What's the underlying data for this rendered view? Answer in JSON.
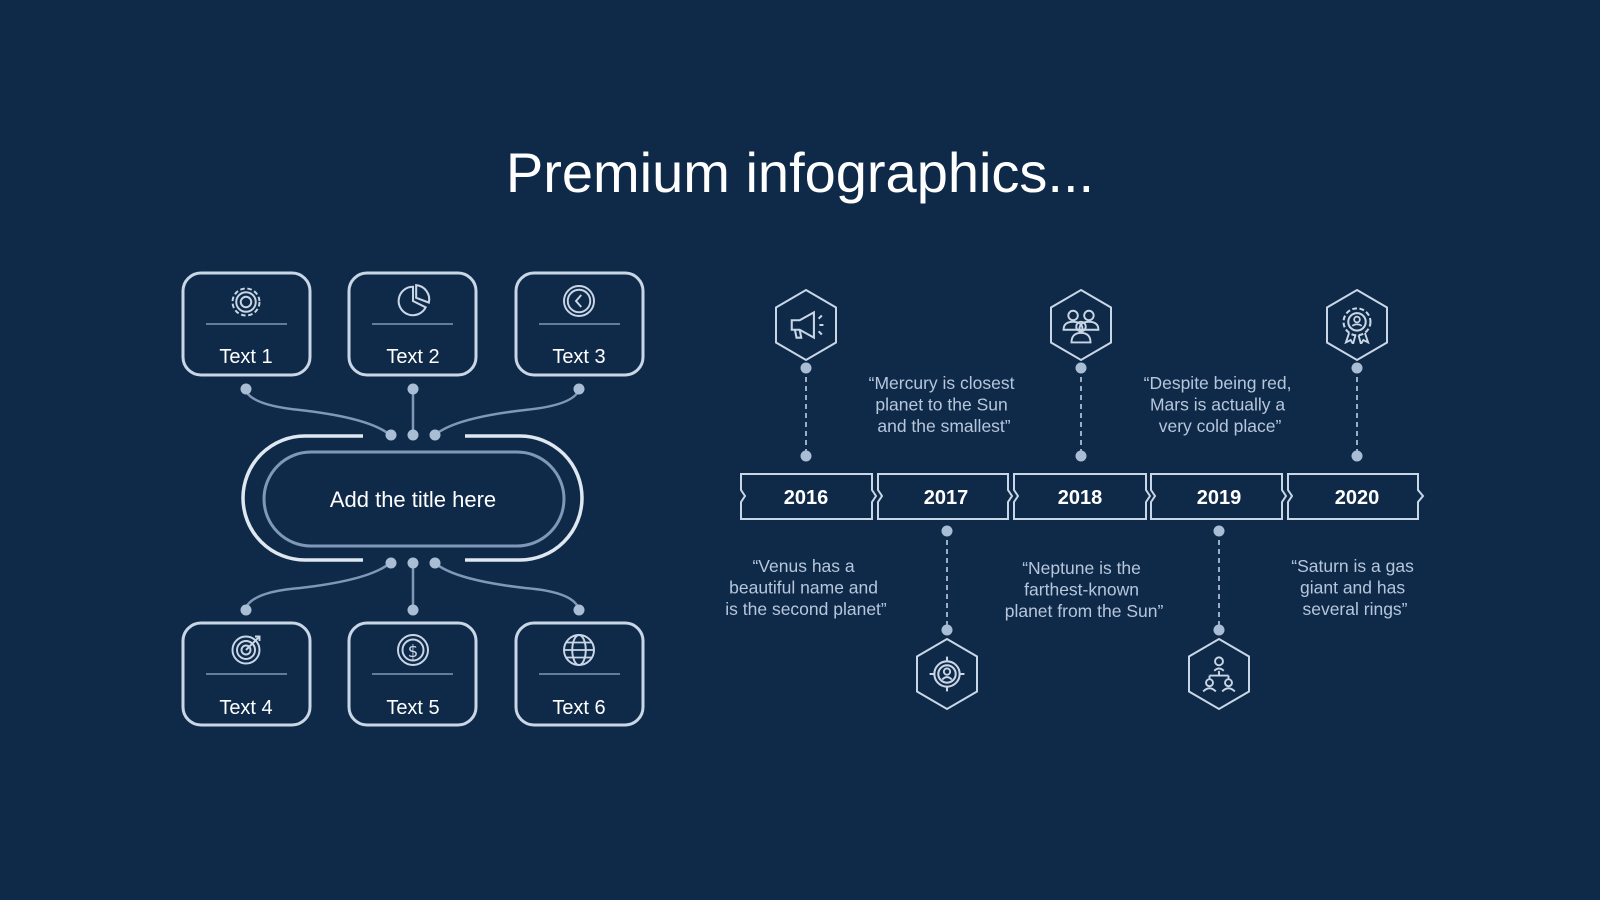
{
  "title": "Premium infographics...",
  "mindmap": {
    "center_title": "Add the title here",
    "top_cards": [
      {
        "label": "Text 1",
        "icon": "gear-icon"
      },
      {
        "label": "Text 2",
        "icon": "pie-chart-icon"
      },
      {
        "label": "Text 3",
        "icon": "clock-icon"
      }
    ],
    "bottom_cards": [
      {
        "label": "Text 4",
        "icon": "target-icon"
      },
      {
        "label": "Text 5",
        "icon": "coin-icon"
      },
      {
        "label": "Text 6",
        "icon": "globe-icon"
      }
    ]
  },
  "timeline": {
    "items": [
      {
        "year": "2016",
        "icon": "megaphone-icon",
        "description": [
          "“Venus has a",
          "beautiful name and",
          "is the second planet”"
        ]
      },
      {
        "year": "2017",
        "icon": "user-target-icon",
        "description": [
          "“Mercury is closest",
          "planet to the Sun",
          "and the smallest”"
        ]
      },
      {
        "year": "2018",
        "icon": "team-icon",
        "description": [
          "“Neptune is the",
          "farthest-known",
          "planet from the Sun”"
        ]
      },
      {
        "year": "2019",
        "icon": "hierarchy-icon",
        "description": [
          "“Despite being red,",
          "Mars is actually a",
          "very cold place”"
        ]
      },
      {
        "year": "2020",
        "icon": "award-icon",
        "description": [
          "“Saturn is a gas",
          "giant and has",
          "several rings”"
        ]
      }
    ]
  },
  "colors": {
    "background": "#0f2a49",
    "outline": "#c9d6e6",
    "connector": "#7f98b7",
    "dot": "#a9bdd4",
    "text": "#ffffff",
    "muted_text": "#b6c6db"
  }
}
